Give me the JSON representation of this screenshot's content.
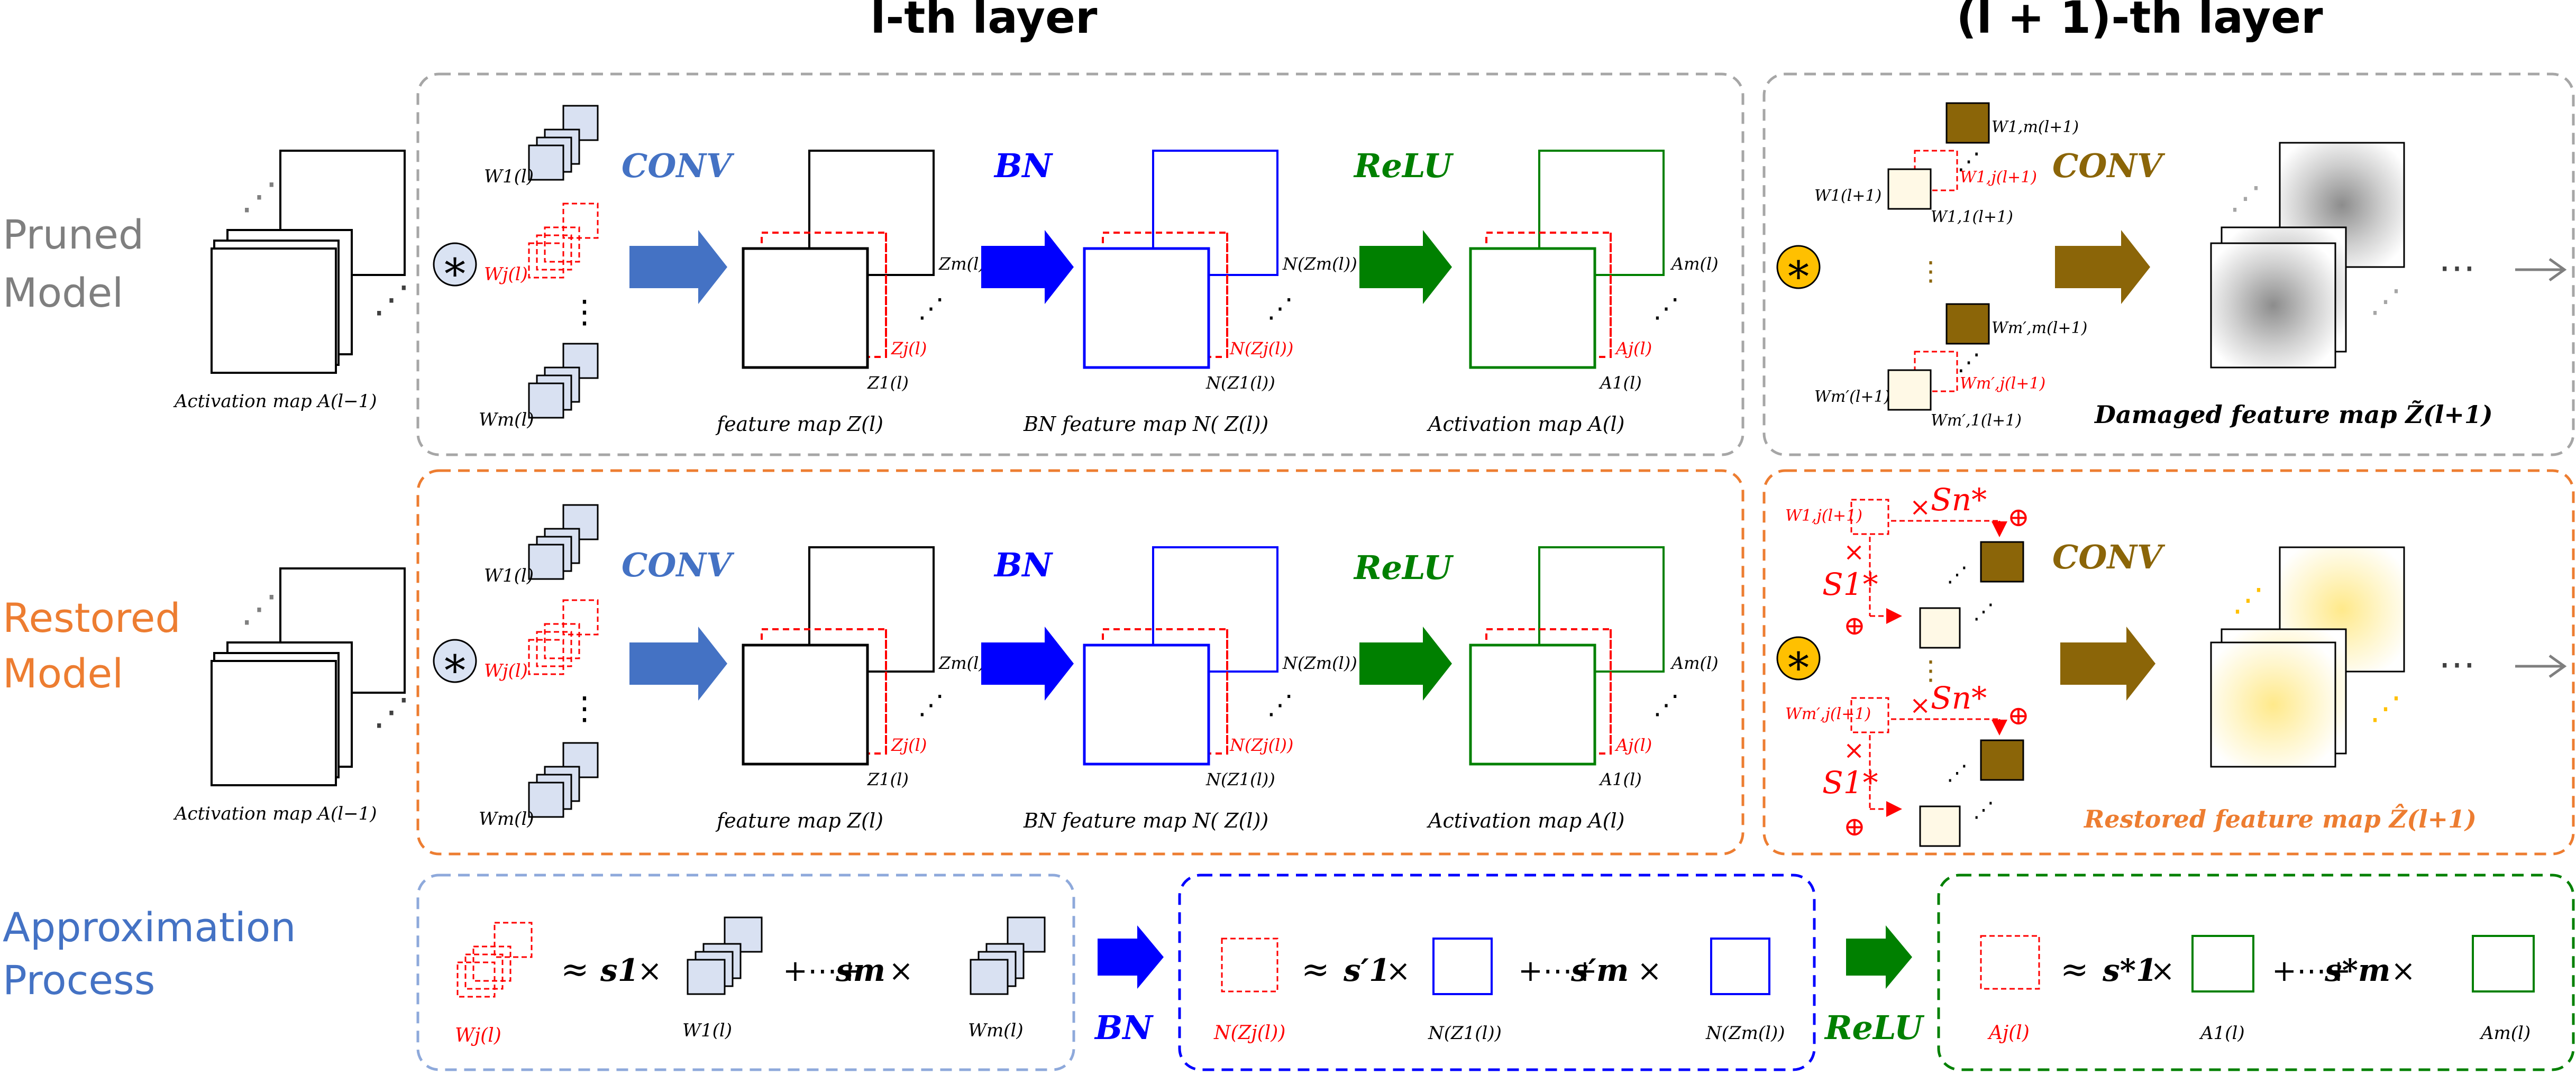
{
  "headers": {
    "layer_l": "l-th layer",
    "layer_l1": "(l + 1)-th layer"
  },
  "rows": {
    "pruned": [
      "Pruned",
      "Model"
    ],
    "restored": [
      "Restored",
      "Model"
    ],
    "approx": [
      "Approximation",
      "Process"
    ]
  },
  "ops": {
    "conv": "CONV",
    "bn": "BN",
    "relu": "ReLU"
  },
  "symbols": {
    "conv_op": "∗",
    "approx": "≈",
    "times": "×",
    "plus_dots": "+⋯+",
    "oplus": "⊕",
    "ellipsis": "⋯",
    "vdots": "⋮",
    "ddots": "⋰"
  },
  "labels": {
    "act_prev": "Activation map A(l−1)",
    "feature_map": "feature map Z(l)",
    "bn_feature_map": "BN feature map N( Z(l))",
    "act_map": "Activation map A(l)",
    "damaged": "Damaged feature map Z̃(l+1)",
    "restored": "Restored feature map Ẑ(l+1)"
  },
  "math": {
    "W1": "W1(l)",
    "Wj": "Wj(l)",
    "Wm": "Wm(l)",
    "Zm": "Zm(l)",
    "Zj": "Zj(l)",
    "Z1": "Z1(l)",
    "NZm": "N(Zm(l))",
    "NZj": "N(Zj(l))",
    "NZ1": "N(Z1(l))",
    "Am": "Am(l)",
    "Aj": "Aj(l)",
    "A1": "A1(l)",
    "W1_next": "W1(l+1)",
    "W1m_next": "W1,m(l+1)",
    "W1j_next": "W1,j(l+1)",
    "W11_next": "W1,1(l+1)",
    "Wmp_next": "Wm′(l+1)",
    "Wmpm_next": "Wm′,m(l+1)",
    "Wmpj_next": "Wm′,j(l+1)",
    "Wmp1_next": "Wm′,1(l+1)",
    "Sn": "Sn*",
    "S1": "S1*",
    "s1": "s1",
    "sm": "sm",
    "s1p": "s′1",
    "smp": "s′m",
    "s1s": "s*1",
    "sms": "s*m"
  },
  "colors": {
    "conv": "#4472C4",
    "bn": "#0000FF",
    "relu": "#008000",
    "pruned": "#FF0000",
    "next_conv": "#8B6508",
    "restored": "#ED7D31",
    "gray_text": "#7F7F7F",
    "filter_fill": "#D9E1F2",
    "yellow_circle": "#FFC000",
    "circle_fill": "#DAE3F3"
  }
}
